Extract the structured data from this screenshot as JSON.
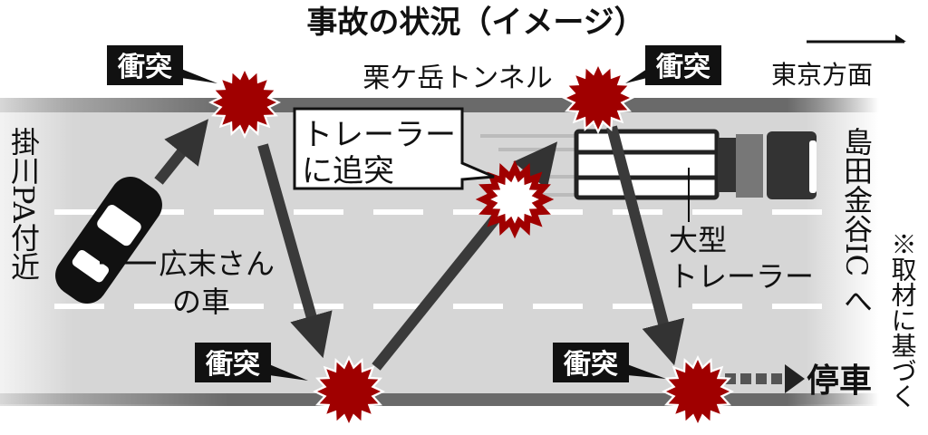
{
  "title": "事故の状況（イメージ）",
  "tunnel": "栗ケ岳トンネル",
  "direction_east": "東京方面",
  "location_west": "掛川PA付近",
  "location_east": "島田金谷IC へ",
  "note": "※取材に基づく",
  "car_label_line1": "広末さん",
  "car_label_line2": "の車",
  "callout_line1": "トレーラー",
  "callout_line2": "に追突",
  "truck_label_line1": "大型",
  "truck_label_line2": "トレーラー",
  "collision_label": "衝突",
  "stop_label": "停車",
  "colors": {
    "burst": "#a00000",
    "road": "#d6d6d6",
    "rail": "#6a6a6a",
    "arrow": "#3a3a3a"
  }
}
